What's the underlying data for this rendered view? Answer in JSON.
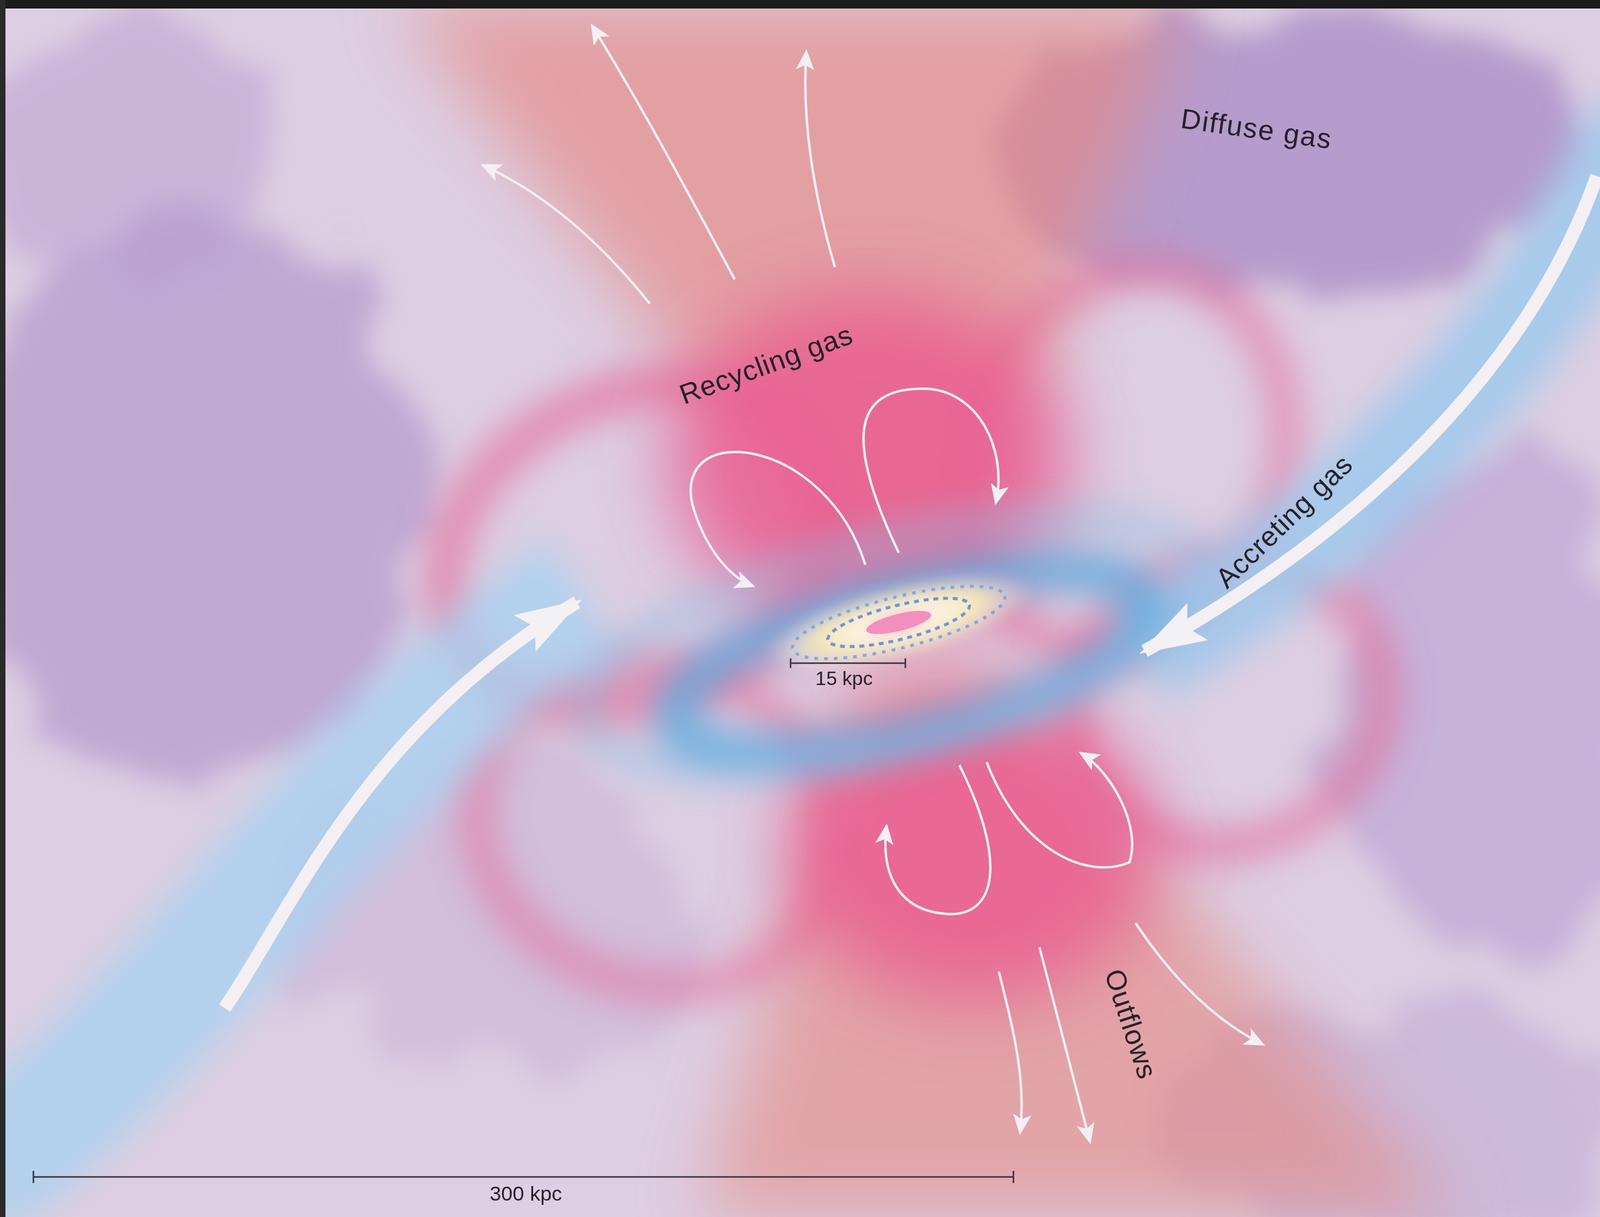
{
  "diagram": {
    "labels": [
      "Diffuse gas",
      "Recycling gas",
      "Accreting gas",
      "Outflows",
      "15 kpc",
      "300 kpc"
    ]
  }
}
